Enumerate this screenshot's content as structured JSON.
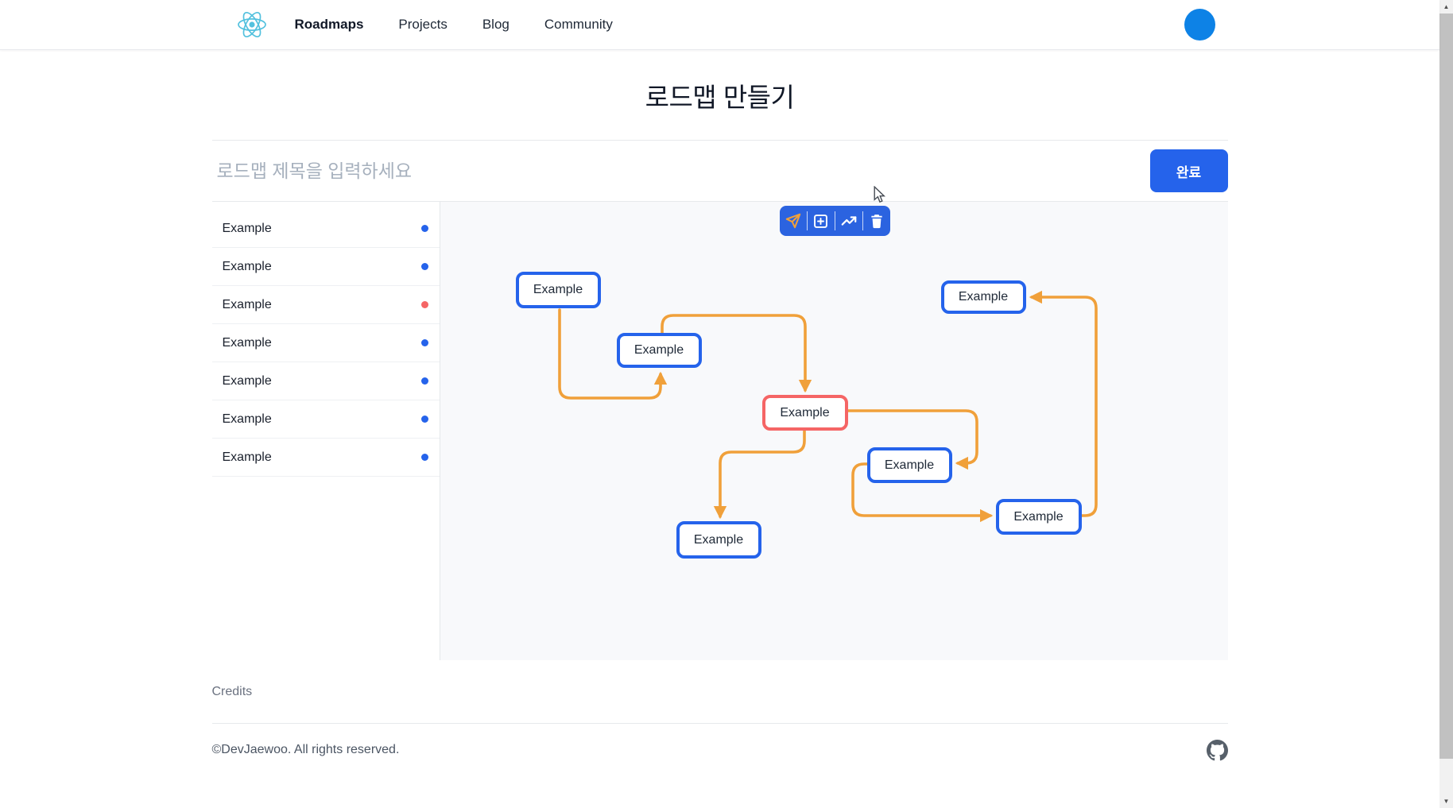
{
  "navbar": {
    "logo_name": "react-logo",
    "links": [
      {
        "label": "Roadmaps",
        "active": true
      },
      {
        "label": "Projects",
        "active": false
      },
      {
        "label": "Blog",
        "active": false
      },
      {
        "label": "Community",
        "active": false
      }
    ]
  },
  "page": {
    "title": "로드맵 만들기"
  },
  "form": {
    "title_placeholder": "로드맵 제목을 입력하세요",
    "submit_label": "완료"
  },
  "sidebar": {
    "items": [
      {
        "label": "Example",
        "dot_color": "#2563eb"
      },
      {
        "label": "Example",
        "dot_color": "#2563eb"
      },
      {
        "label": "Example",
        "dot_color": "#f56565"
      },
      {
        "label": "Example",
        "dot_color": "#2563eb"
      },
      {
        "label": "Example",
        "dot_color": "#2563eb"
      },
      {
        "label": "Example",
        "dot_color": "#2563eb"
      },
      {
        "label": "Example",
        "dot_color": "#2563eb"
      }
    ]
  },
  "canvas": {
    "toolbar": {
      "tools": [
        "select-tool",
        "add-node-tool",
        "connect-tool",
        "delete-tool"
      ]
    },
    "nodes": [
      {
        "id": 1,
        "label": "Example",
        "border_color": "#2563eb"
      },
      {
        "id": 2,
        "label": "Example",
        "border_color": "#2563eb"
      },
      {
        "id": 3,
        "label": "Example",
        "border_color": "#f56565"
      },
      {
        "id": 4,
        "label": "Example",
        "border_color": "#2563eb"
      },
      {
        "id": 5,
        "label": "Example",
        "border_color": "#2563eb"
      },
      {
        "id": 6,
        "label": "Example",
        "border_color": "#2563eb"
      },
      {
        "id": 7,
        "label": "Example",
        "border_color": "#2563eb"
      }
    ],
    "edges": [
      {
        "from": 1,
        "to": 2
      },
      {
        "from": 2,
        "to": 3
      },
      {
        "from": 3,
        "to": 5
      },
      {
        "from": 3,
        "to": 4
      },
      {
        "from": 5,
        "to": 6
      },
      {
        "from": 6,
        "to": 7
      }
    ]
  },
  "footer": {
    "credits_label": "Credits",
    "copyright": "©DevJaewoo. All rights reserved.",
    "github_icon": "github-icon"
  },
  "colors": {
    "accent_blue": "#2563eb",
    "toolbar_blue": "#2b63e0",
    "node_red": "#f56565",
    "edge_orange": "#f0a03a",
    "tool_active_orange": "#f0a03a",
    "avatar_blue": "#0d82e6",
    "logo_blue": "#53c1de"
  }
}
